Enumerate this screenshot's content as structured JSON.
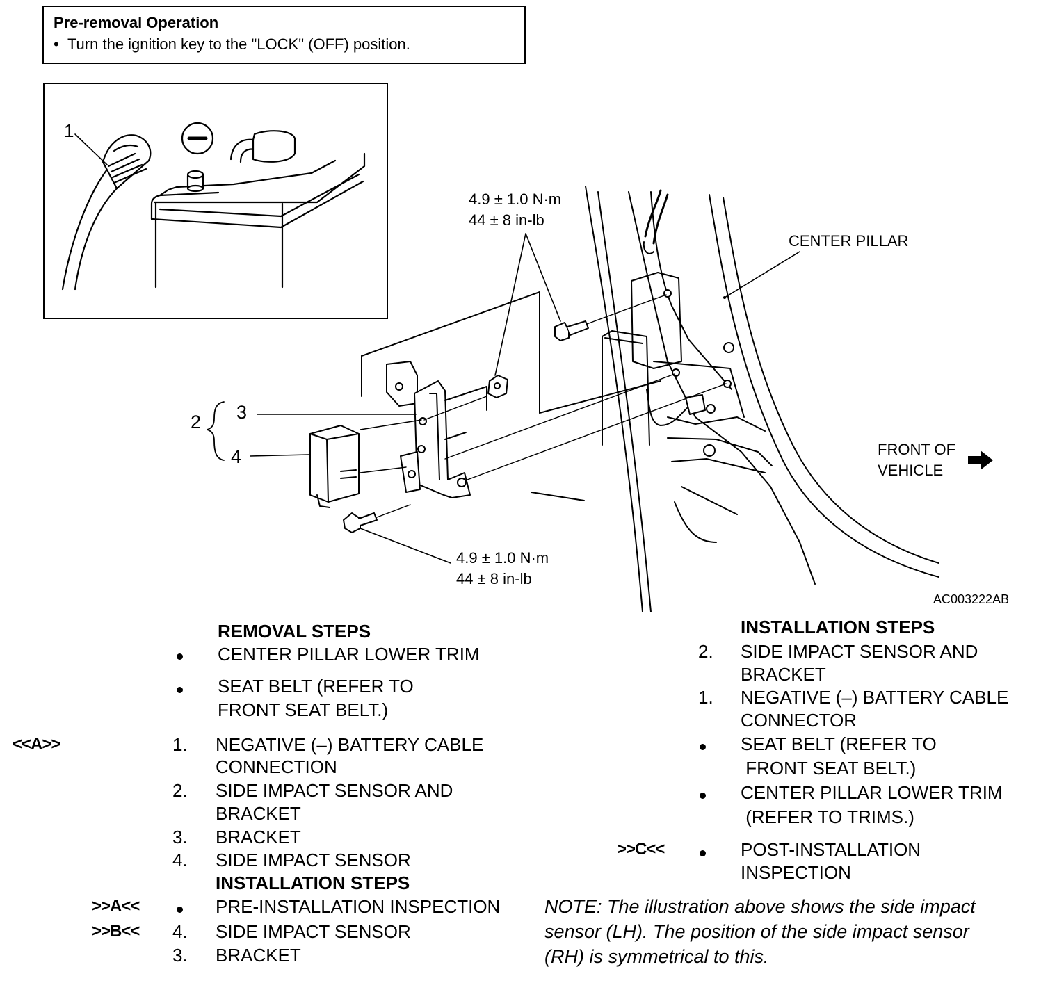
{
  "pre_removal": {
    "title": "Pre-removal Operation",
    "bullet": "Turn the ignition key to the \"LOCK\" (OFF) position."
  },
  "diagram": {
    "inset_callout": "1",
    "torque_upper": [
      "4.9 ± 1.0 N·m",
      "44 ± 8 in-lb"
    ],
    "torque_lower": [
      "4.9 ± 1.0 N·m",
      "44 ± 8 in-lb"
    ],
    "callout_2": "2",
    "callout_3": "3",
    "callout_4": "4",
    "center_pillar": "CENTER PILLAR",
    "front_of_vehicle": [
      "FRONT OF",
      "VEHICLE"
    ],
    "figure_code": "AC003222AB"
  },
  "removal": {
    "heading": "REMOVAL STEPS",
    "trim": "CENTER PILLAR LOWER TRIM",
    "seat_belt": [
      "SEAT BELT (REFER TO",
      "FRONT SEAT BELT.)"
    ],
    "mark_a": "<<A>>",
    "step1_num": "1.",
    "step1": [
      "NEGATIVE (–) BATTERY CABLE",
      "CONNECTION"
    ],
    "step2_num": "2.",
    "step2": [
      "SIDE IMPACT SENSOR AND",
      "BRACKET"
    ],
    "step3_num": "3.",
    "step3": "BRACKET",
    "step4_num": "4.",
    "step4": "SIDE IMPACT SENSOR"
  },
  "installation_left": {
    "heading": "INSTALLATION STEPS",
    "mark_a": ">>A<<",
    "pre_inspection": "PRE-INSTALLATION INSPECTION",
    "mark_b": ">>B<<",
    "step4_num": "4.",
    "step4": "SIDE IMPACT SENSOR",
    "step3_num": "3.",
    "step3": "BRACKET"
  },
  "installation_right": {
    "heading": "INSTALLATION STEPS",
    "step2_num": "2.",
    "step2": [
      "SIDE IMPACT SENSOR AND",
      "BRACKET"
    ],
    "step1_num": "1.",
    "step1": [
      "NEGATIVE (–) BATTERY CABLE",
      "CONNECTOR"
    ],
    "seat_belt": [
      "SEAT BELT (REFER TO",
      " FRONT SEAT BELT.)"
    ],
    "trim": [
      "CENTER PILLAR LOWER TRIM",
      " (REFER TO TRIMS.)"
    ],
    "mark_c": ">>C<<",
    "post_inspection": [
      "POST-INSTALLATION",
      "INSPECTION"
    ]
  },
  "note": [
    "NOTE: The illustration above shows the side impact",
    "sensor (LH). The position of the side impact sensor",
    "(RH) is symmetrical to this."
  ]
}
